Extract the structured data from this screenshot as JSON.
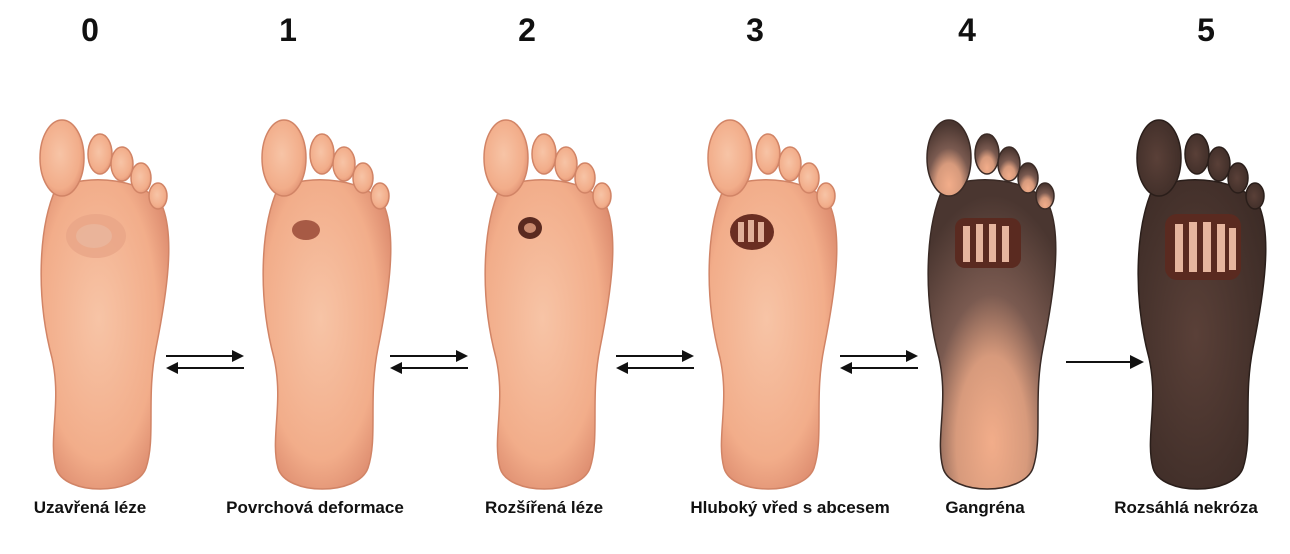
{
  "stages": [
    {
      "grade": "0",
      "label": "Uzavřená léze"
    },
    {
      "grade": "1",
      "label": "Povrchová deformace"
    },
    {
      "grade": "2",
      "label": "Rozšířená léze"
    },
    {
      "grade": "3",
      "label": "Hluboký vřed s abcesem"
    },
    {
      "grade": "4",
      "label": "Gangréna"
    },
    {
      "grade": "5",
      "label": "Rozsáhlá nekróza"
    }
  ],
  "colors": {
    "skin": "#f2b08e",
    "skin_shadow": "#de8f6c",
    "gangrene": "#4a3630",
    "wound": "#7a3b2a",
    "text": "#111111"
  }
}
